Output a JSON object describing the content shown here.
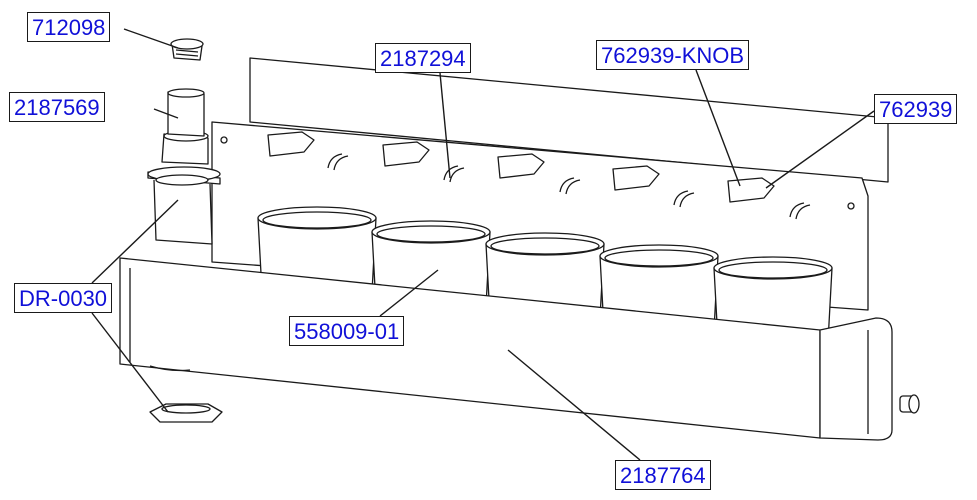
{
  "callouts": {
    "c712098": "712098",
    "c2187569": "2187569",
    "c2187294": "2187294",
    "c762939_knob": "762939-KNOB",
    "c762939": "762939",
    "dr0030": "DR-0030",
    "c558009_01": "558009-01",
    "c2187764": "2187764"
  },
  "colors": {
    "label_text": "#1010d8",
    "line": "#1a1a1a",
    "background": "#ffffff"
  }
}
